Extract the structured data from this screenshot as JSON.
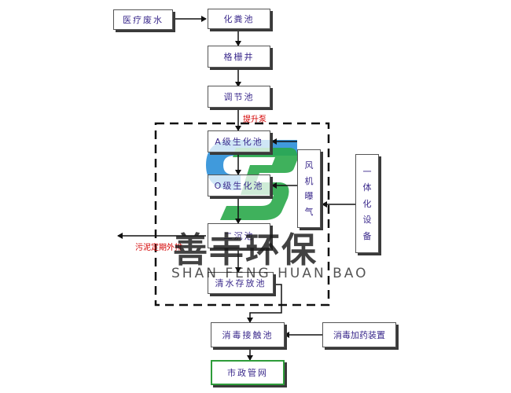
{
  "nodes": {
    "medical_wastewater": "医疗废水",
    "septic_tank": "化粪池",
    "grille_well": "格栅井",
    "adjustment_tank": "调节池",
    "a_level_tank": "A级生化池",
    "o_level_tank": "O级生化池",
    "secondary_sedimentation": "二沉池",
    "clear_water_tank": "清水存放池",
    "disinfection_tank": "消毒接触池",
    "municipal_pipe": "市政管网",
    "disinfectant_device": "消毒加药装置"
  },
  "vertical_nodes": {
    "blower": [
      "风",
      "机",
      "曝",
      "气"
    ],
    "integrated_equipment": [
      "一",
      "体",
      "化",
      "设",
      "备"
    ]
  },
  "labels": {
    "lift_pump": "提升泵",
    "sludge": "污泥定期外排"
  },
  "watermark": {
    "cn": "善丰环保",
    "en": "SHAN FENG HUAN BAO"
  },
  "colors": {
    "box_text": "#3b2a8c",
    "arrow": "#111111",
    "label_red": "#d40000",
    "logo_blue": "#2b8fd8",
    "logo_green": "#2aa84a",
    "final_border": "#2e9c3a"
  }
}
